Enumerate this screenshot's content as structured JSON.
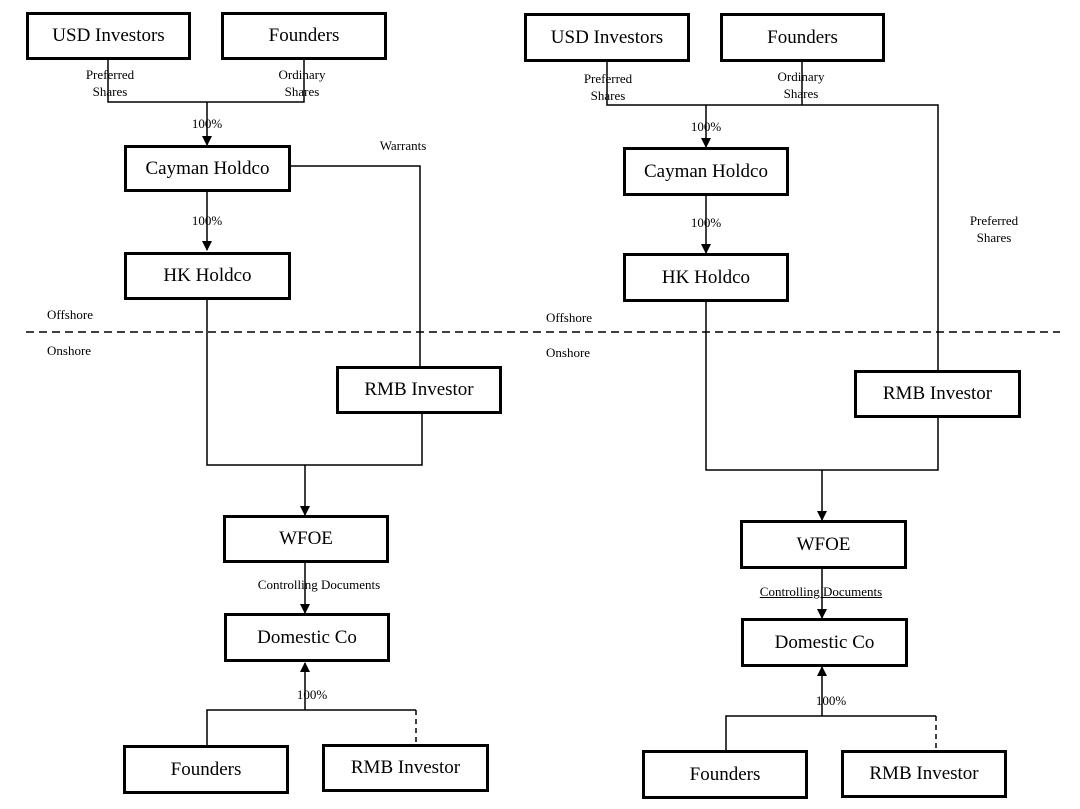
{
  "left": {
    "boxes": {
      "usd_investors": "USD Investors",
      "founders_top": "Founders",
      "cayman": "Cayman Holdco",
      "hk": "HK Holdco",
      "rmb_investor": "RMB Investor",
      "wfoe": "WFOE",
      "domestic": "Domestic Co",
      "founders_bottom": "Founders",
      "rmb_investor_bottom": "RMB Investor"
    },
    "labels": {
      "preferred_1": "Preferred",
      "preferred_2": "Shares",
      "ordinary_1": "Ordinary",
      "ordinary_2": "Shares",
      "pct_cayman": "100%",
      "pct_hk": "100%",
      "warrants": "Warrants",
      "offshore": "Offshore",
      "onshore": "Onshore",
      "controlling": "Controlling Documents",
      "pct_domestic": "100%"
    }
  },
  "right": {
    "boxes": {
      "usd_investors": "USD Investors",
      "founders_top": "Founders",
      "cayman": "Cayman Holdco",
      "hk": "HK Holdco",
      "rmb_investor": "RMB Investor",
      "wfoe": "WFOE",
      "domestic": "Domestic Co",
      "founders_bottom": "Founders",
      "rmb_investor_bottom": "RMB Investor"
    },
    "labels": {
      "preferred_1": "Preferred",
      "preferred_2": "Shares",
      "ordinary_1": "Ordinary",
      "ordinary_2": "Shares",
      "pct_cayman": "100%",
      "pct_hk": "100%",
      "preferred_rmb_1": "Preferred",
      "preferred_rmb_2": "Shares",
      "offshore": "Offshore",
      "onshore": "Onshore",
      "controlling": "Controlling Documents",
      "pct_domestic": "100%"
    }
  }
}
